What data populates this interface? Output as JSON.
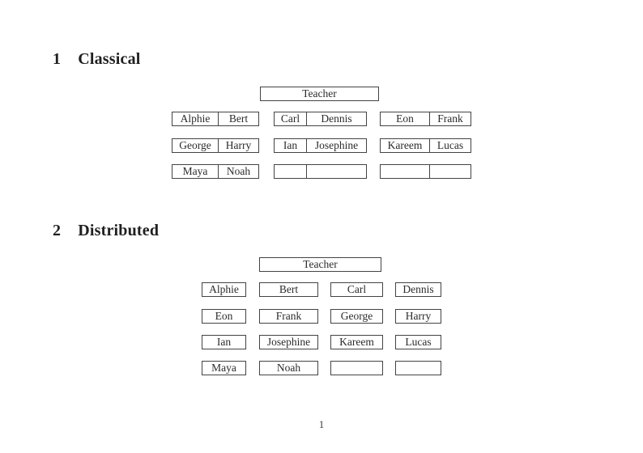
{
  "document": {
    "page_number": "1"
  },
  "classical": {
    "heading": {
      "number": "1",
      "title": "Classical"
    },
    "teacher_label": "Teacher",
    "rows": [
      {
        "pairs": [
          [
            "Alphie",
            "Bert"
          ],
          [
            "Carl",
            "Dennis"
          ],
          [
            "Eon",
            "Frank"
          ]
        ]
      },
      {
        "pairs": [
          [
            "George",
            "Harry"
          ],
          [
            "Ian",
            "Josephine"
          ],
          [
            "Kareem",
            "Lucas"
          ]
        ]
      },
      {
        "pairs": [
          [
            "Maya",
            "Noah"
          ],
          [
            "",
            ""
          ],
          [
            "",
            ""
          ]
        ]
      }
    ]
  },
  "distributed": {
    "heading": {
      "number": "2",
      "title": "Distributed"
    },
    "teacher_label": "Teacher",
    "rows": [
      [
        "Alphie",
        "Bert",
        "Carl",
        "Dennis"
      ],
      [
        "Eon",
        "Frank",
        "George",
        "Harry"
      ],
      [
        "Ian",
        "Josephine",
        "Kareem",
        "Lucas"
      ],
      [
        "Maya",
        "Noah",
        "",
        ""
      ]
    ]
  }
}
